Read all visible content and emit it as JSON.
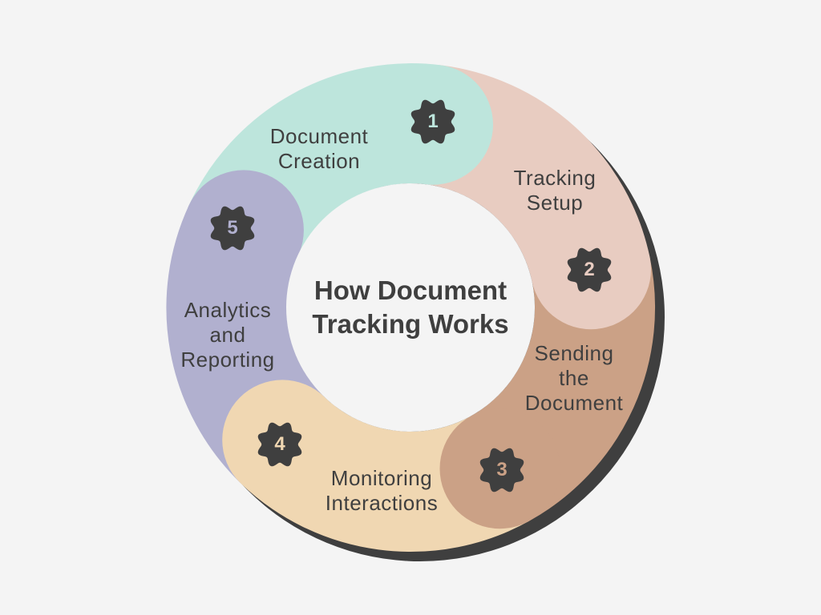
{
  "title": "How Document Tracking Works",
  "title_line1": "How Document",
  "title_line2": "Tracking Works",
  "colors": {
    "background": "#f4f4f4",
    "shadow": "#3f3f3f",
    "text": "#3f3f3f",
    "center": "#f4f4f4"
  },
  "steps": [
    {
      "number": "1",
      "label_lines": [
        "Document",
        "Creation"
      ],
      "color": "#bde5dc"
    },
    {
      "number": "2",
      "label_lines": [
        "Tracking",
        "Setup"
      ],
      "color": "#e8ccc1"
    },
    {
      "number": "3",
      "label_lines": [
        "Sending",
        "the",
        "Document"
      ],
      "color": "#cba186"
    },
    {
      "number": "4",
      "label_lines": [
        "Monitoring",
        "Interactions"
      ],
      "color": "#f0d7b2"
    },
    {
      "number": "5",
      "label_lines": [
        "Analytics",
        "and",
        "Reporting"
      ],
      "color": "#b1b0cf"
    }
  ]
}
